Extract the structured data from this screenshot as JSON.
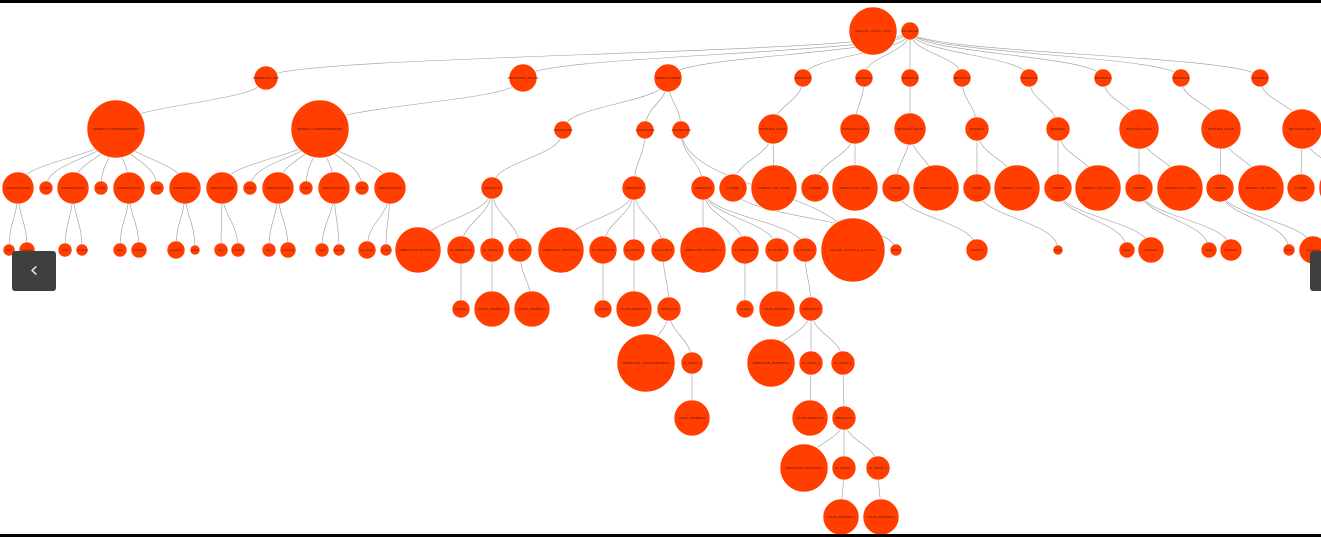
{
  "diagram": {
    "node_color": "#ff3e00",
    "edge_color": "#9a9a9a",
    "nodes": [
      {
        "id": "ROOT_BIG",
        "label": "definicion_control_comp",
        "parent": null
      },
      {
        "id": "R",
        "label": "PROGRAMA",
        "parent": null
      },
      {
        "id": "A",
        "label": "PARAMETRO_ENT",
        "parent": "R"
      },
      {
        "id": "B",
        "label": "PARAMETRO_SALIDA",
        "parent": "R"
      },
      {
        "id": "C",
        "label": "INSTRUCCIONES",
        "parent": "R"
      },
      {
        "id": "D",
        "label": "SENTENCIA",
        "parent": "R"
      },
      {
        "id": "E",
        "label": "SENTENCIA",
        "parent": "R"
      },
      {
        "id": "F",
        "label": "SENTENCIA",
        "parent": "R"
      },
      {
        "id": "G",
        "label": "SENTENCIA",
        "parent": "R"
      },
      {
        "id": "H",
        "label": "SENTENCIA",
        "parent": "R"
      },
      {
        "id": "I",
        "label": "SENTENCIA",
        "parent": "R"
      },
      {
        "id": "J",
        "label": "SENTENCIA",
        "parent": "R"
      },
      {
        "id": "K",
        "label": "SENTENCIA",
        "parent": "R"
      },
      {
        "id": "A1",
        "label": "SIMBOLO_CORRESPONDIENTE",
        "parent": "A"
      },
      {
        "id": "B1",
        "label": "SIMBOLO_CORRESPONDIENTE",
        "parent": "B"
      },
      {
        "id": "C1",
        "label": "ASIGNACION",
        "parent": "C"
      },
      {
        "id": "C2",
        "label": "ASIGNACION",
        "parent": "C"
      },
      {
        "id": "C3",
        "label": "ASIGNACION",
        "parent": "C"
      },
      {
        "id": "D1",
        "label": "MOSTRAR_VALOR",
        "parent": "D"
      },
      {
        "id": "E1",
        "label": "MOSTRAR_VALOR",
        "parent": "E"
      },
      {
        "id": "F1",
        "label": "MOSTRAR_VALOR",
        "parent": "F"
      },
      {
        "id": "G1",
        "label": "MOSTRAR",
        "parent": "G"
      },
      {
        "id": "H1",
        "label": "MOSTRAR",
        "parent": "H"
      },
      {
        "id": "I1",
        "label": "MOSTRAR_VALOR",
        "parent": "I"
      },
      {
        "id": "J1",
        "label": "MOSTRAR_VALOR",
        "parent": "J"
      },
      {
        "id": "K1",
        "label": "MOSTRAR_VALOR",
        "parent": "K"
      },
      {
        "id": "A1a",
        "label": "IDENTIFICADOR",
        "parent": "A1"
      },
      {
        "id": "A1b",
        "label": "COMA",
        "parent": "A1"
      },
      {
        "id": "A1c",
        "label": "IDENTIFICADOR",
        "parent": "A1"
      },
      {
        "id": "A1d",
        "label": "COMA",
        "parent": "A1"
      },
      {
        "id": "A1e",
        "label": "IDENTIFICADOR",
        "parent": "A1"
      },
      {
        "id": "A1f",
        "label": "COMA",
        "parent": "A1"
      },
      {
        "id": "A1g",
        "label": "IDENTIFICADOR",
        "parent": "A1"
      },
      {
        "id": "B1a",
        "label": "IDENTIFICADOR",
        "parent": "B1"
      },
      {
        "id": "B1b",
        "label": "COMA",
        "parent": "B1"
      },
      {
        "id": "B1c",
        "label": "IDENTIFICADOR",
        "parent": "B1"
      },
      {
        "id": "B1d",
        "label": "COMA",
        "parent": "B1"
      },
      {
        "id": "B1e",
        "label": "IDENTIFICADOR",
        "parent": "B1"
      },
      {
        "id": "B1f",
        "label": "COMA",
        "parent": "B1"
      },
      {
        "id": "B1g",
        "label": "IDENTIFICADOR",
        "parent": "B1"
      },
      {
        "id": "A1a1",
        "label": "tipo",
        "parent": "A1a"
      },
      {
        "id": "A1a2",
        "label": "nombre",
        "parent": "A1a"
      },
      {
        "id": "A1c1",
        "label": "tipo",
        "parent": "A1c"
      },
      {
        "id": "A1c2",
        "label": "nombre",
        "parent": "A1c"
      },
      {
        "id": "A1e1",
        "label": "tipo",
        "parent": "A1e"
      },
      {
        "id": "A1e2",
        "label": "nombre",
        "parent": "A1e"
      },
      {
        "id": "A1g1",
        "label": "apellido",
        "parent": "A1g"
      },
      {
        "id": "A1g2",
        "label": "edad",
        "parent": "A1g"
      },
      {
        "id": "B1a1",
        "label": "tipo",
        "parent": "B1a"
      },
      {
        "id": "B1a2",
        "label": "nombre",
        "parent": "B1a"
      },
      {
        "id": "B1c1",
        "label": "tipo",
        "parent": "B1c"
      },
      {
        "id": "B1c2",
        "label": "nombre",
        "parent": "B1c"
      },
      {
        "id": "B1e1",
        "label": "tipo",
        "parent": "B1e"
      },
      {
        "id": "B1e2",
        "label": "nombre",
        "parent": "B1e"
      },
      {
        "id": "B1g1",
        "label": "resultado",
        "parent": "B1g"
      },
      {
        "id": "B1g2",
        "label": "valor",
        "parent": "B1g"
      },
      {
        "id": "C1a",
        "label": "OPERACION",
        "parent": "C1"
      },
      {
        "id": "C1a1",
        "label": "OPERACION_ARITMETICA",
        "parent": "C1a"
      },
      {
        "id": "C1a2",
        "label": "ID_OPERACION",
        "parent": "C1a"
      },
      {
        "id": "C1a3",
        "label": "ID_VALOR_1",
        "parent": "C1a"
      },
      {
        "id": "C1a4",
        "label": "ID_VALOR_2",
        "parent": "C1a"
      },
      {
        "id": "C1a2a",
        "label": "variable",
        "parent": "C1a2"
      },
      {
        "id": "C1a3a",
        "label": "VALOR_NUMERICO",
        "parent": "C1a3"
      },
      {
        "id": "C1a4a",
        "label": "VALOR_NUMERICO",
        "parent": "C1a4"
      },
      {
        "id": "C2a",
        "label": "OPERACION",
        "parent": "C2"
      },
      {
        "id": "C2a1",
        "label": "OPERACION_ARITMETICA",
        "parent": "C2a"
      },
      {
        "id": "C2a2",
        "label": "ID_OPERACION",
        "parent": "C2a"
      },
      {
        "id": "C2a3",
        "label": "ID_VALOR_1",
        "parent": "C2a"
      },
      {
        "id": "C2a4",
        "label": "ID_VALOR_2",
        "parent": "C2a"
      },
      {
        "id": "C2a2a",
        "label": "variable",
        "parent": "C2a2"
      },
      {
        "id": "C2a3a",
        "label": "VALOR_NUMERICO",
        "parent": "C2a3"
      },
      {
        "id": "C2a4a",
        "label": "OPERACION",
        "parent": "C2a4"
      },
      {
        "id": "C2a4a1",
        "label": "OPERACION_TRIGONOMETRICA",
        "parent": "C2a4a"
      },
      {
        "id": "C2a4a2",
        "label": "ID_VALOR_1",
        "parent": "C2a4a"
      },
      {
        "id": "C2a4a2a",
        "label": "VALOR_NUMERICO",
        "parent": "C2a4a2"
      },
      {
        "id": "C3a",
        "label": "OPERACION",
        "parent": "C3"
      },
      {
        "id": "C3a1",
        "label": "OPERACION_ARITMETICA",
        "parent": "C3a"
      },
      {
        "id": "C3a2",
        "label": "ID_OPERACION",
        "parent": "C3a"
      },
      {
        "id": "C3a3",
        "label": "ID_VALOR_1",
        "parent": "C3a"
      },
      {
        "id": "C3a4",
        "label": "ID_VALOR_2",
        "parent": "C3a"
      },
      {
        "id": "C3a2a",
        "label": "variable",
        "parent": "C3a2"
      },
      {
        "id": "C3a3a",
        "label": "VALOR_NUMERICO",
        "parent": "C3a3"
      },
      {
        "id": "C3a4a",
        "label": "OPERACION",
        "parent": "C3a4"
      },
      {
        "id": "C3a4a1",
        "label": "OPERACION_ARITMETICA",
        "parent": "C3a4a"
      },
      {
        "id": "C3a4a2",
        "label": "ID_VALOR_1",
        "parent": "C3a4a"
      },
      {
        "id": "C3a4a3",
        "label": "ID_VALOR_2",
        "parent": "C3a4a"
      },
      {
        "id": "C3a4a2a",
        "label": "VALOR_NUMERICO",
        "parent": "C3a4a2"
      },
      {
        "id": "C3a4a3a",
        "label": "OPERACION",
        "parent": "C3a4a3"
      },
      {
        "id": "C3a4a3a1",
        "label": "OPERACION_ARITMETICA",
        "parent": "C3a4a3a"
      },
      {
        "id": "C3a4a3a2",
        "label": "ID_VALOR_1",
        "parent": "C3a4a3a"
      },
      {
        "id": "C3a4a3a3",
        "label": "ID_VALOR_2",
        "parent": "C3a4a3a"
      },
      {
        "id": "C3a4a3a2a",
        "label": "VALOR_NUMERICO",
        "parent": "C3a4a3a2"
      },
      {
        "id": "C3a4a3a3a",
        "label": "VALOR_NUMERICO",
        "parent": "C3a4a3a3"
      },
      {
        "id": "C3big",
        "label": "ejecutar_llamada_a_la_funcion",
        "parent": "C3"
      },
      {
        "id": "D1a",
        "label": "CADENA",
        "parent": "D1"
      },
      {
        "id": "D1b",
        "label": "SIMBOLO_DE_SALIDA",
        "parent": "D1"
      },
      {
        "id": "E1a",
        "label": "CADENA",
        "parent": "E1"
      },
      {
        "id": "E1b",
        "label": "SIMBOLO_DE_SALIDA",
        "parent": "E1"
      },
      {
        "id": "F1a",
        "label": "CADENA",
        "parent": "F1"
      },
      {
        "id": "F1b",
        "label": "SIMBOLO_DE_SALIDA",
        "parent": "F1"
      },
      {
        "id": "G1a",
        "label": "CADENA",
        "parent": "G1"
      },
      {
        "id": "G1b",
        "label": "SIMBOLO_DE_SALIDA",
        "parent": "G1"
      },
      {
        "id": "H1a",
        "label": "CADENA",
        "parent": "H1"
      },
      {
        "id": "H1b",
        "label": "SIMBOLO_DE_SALIDA",
        "parent": "H1"
      },
      {
        "id": "I1a",
        "label": "CADENA",
        "parent": "I1"
      },
      {
        "id": "I1b",
        "label": "SIMBOLO_DE_SALIDA",
        "parent": "I1"
      },
      {
        "id": "J1a",
        "label": "CADENA",
        "parent": "J1"
      },
      {
        "id": "J1b",
        "label": "SIMBOLO_DE_SALIDA",
        "parent": "J1"
      },
      {
        "id": "K1a",
        "label": "CADENA",
        "parent": "K1"
      },
      {
        "id": "K1b",
        "label": "SIMBOLO_DE_SALIDA",
        "parent": "K1"
      },
      {
        "id": "D1a1",
        "label": "texto",
        "parent": "D1a"
      },
      {
        "id": "F1a1",
        "label": "resultado",
        "parent": "F1a"
      },
      {
        "id": "G1a1",
        "label": "texto",
        "parent": "G1a"
      },
      {
        "id": "H1a1",
        "label": "texto",
        "parent": "H1a"
      },
      {
        "id": "H1a2",
        "label": "resultado",
        "parent": "H1a"
      },
      {
        "id": "I1a1",
        "label": "texto",
        "parent": "I1a"
      },
      {
        "id": "I1a2",
        "label": "resultado",
        "parent": "I1a"
      },
      {
        "id": "J1a1",
        "label": "texto",
        "parent": "J1a"
      },
      {
        "id": "J1a2",
        "label": "resultado",
        "parent": "J1a"
      }
    ]
  },
  "controls": {
    "prev_icon": "‹",
    "next_icon": "›"
  }
}
